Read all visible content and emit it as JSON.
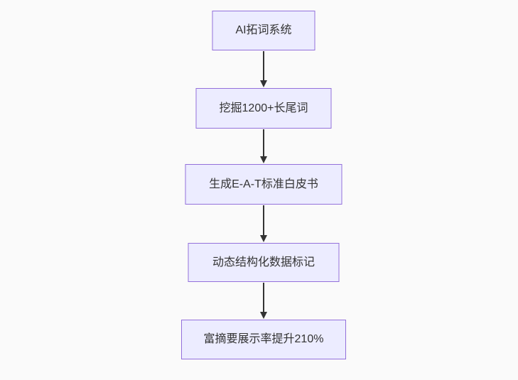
{
  "flowchart": {
    "type": "flowchart",
    "direction": "top-down",
    "nodes": [
      {
        "id": "n1",
        "label": "AI拓词系统"
      },
      {
        "id": "n2",
        "label": "挖掘1200+长尾词"
      },
      {
        "id": "n3",
        "label": "生成E-A-T标准白皮书"
      },
      {
        "id": "n4",
        "label": "动态结构化数据标记"
      },
      {
        "id": "n5",
        "label": "富摘要展示率提升210%"
      }
    ],
    "edges": [
      {
        "from": "n1",
        "to": "n2"
      },
      {
        "from": "n2",
        "to": "n3"
      },
      {
        "from": "n3",
        "to": "n4"
      },
      {
        "from": "n4",
        "to": "n5"
      }
    ]
  },
  "theme": {
    "background": "#fafafa",
    "node_fill": "#ececff",
    "node_border": "#9370db",
    "node_text": "#333333",
    "arrow_color": "#333333"
  }
}
